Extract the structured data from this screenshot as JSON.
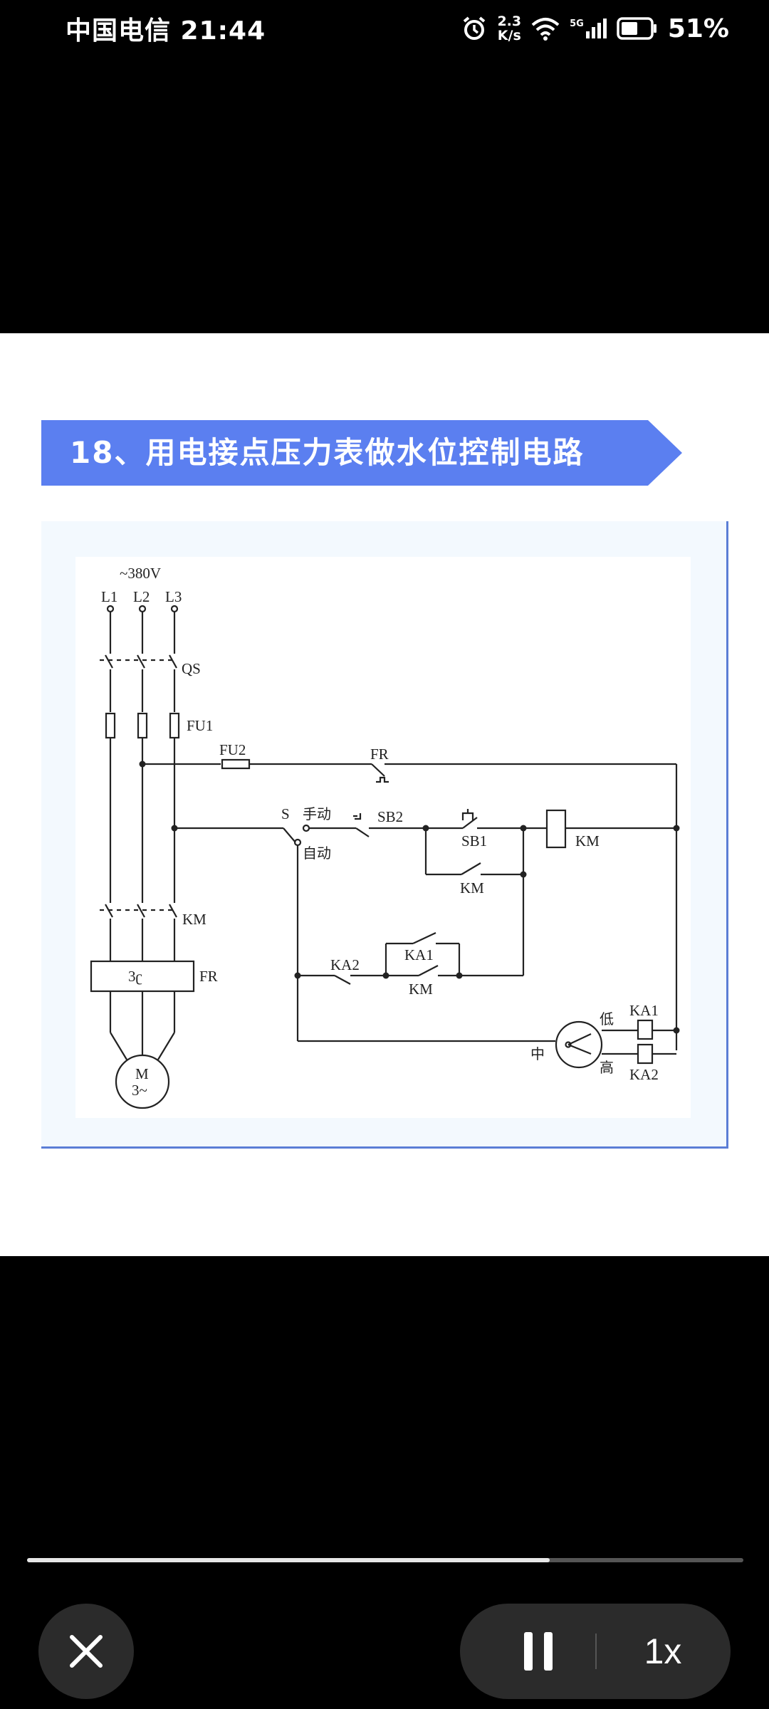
{
  "status_bar": {
    "carrier_time": "中国电信 21:44",
    "net_speed_value": "2.3",
    "net_speed_unit": "K/s",
    "signal_label": "5G",
    "battery": "51%",
    "icons": [
      "alarm-icon",
      "wifi-icon",
      "signal-icon",
      "battery-icon"
    ]
  },
  "banner": {
    "title": "18、用电接点压力表做水位控制电路",
    "color": "#5b7ff0"
  },
  "diagram": {
    "voltage": "~380V",
    "phases": [
      "L1",
      "L2",
      "L3"
    ],
    "labels": {
      "qs": "QS",
      "fu1": "FU1",
      "fu2": "FU2",
      "fr_top": "FR",
      "s": "S",
      "manual": "手动",
      "auto": "自动",
      "sb2": "SB2",
      "sb1": "SB1",
      "km_coil": "KM",
      "km_aux": "KM",
      "km_main": "KM",
      "fr_box": "3ʗ",
      "fr_right": "FR",
      "ka2_contact": "KA2",
      "ka1_contact": "KA1",
      "km_lower": "KM",
      "low": "低",
      "high": "高",
      "mid": "中",
      "ka1_coil": "KA1",
      "ka2_coil": "KA2",
      "motor": "M",
      "motor_phase": "3~"
    }
  },
  "player": {
    "progress": 0.73,
    "speed_label": "1x",
    "icons": [
      "close-icon",
      "pause-icon"
    ]
  }
}
